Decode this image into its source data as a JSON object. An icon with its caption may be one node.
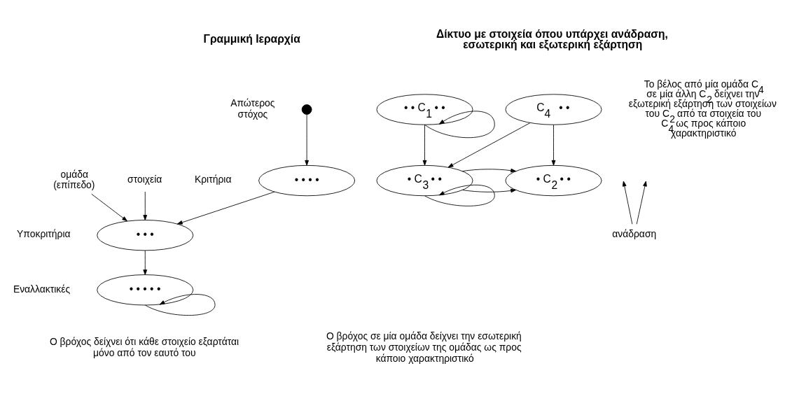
{
  "diagram": {
    "nodes": [
      {
        "text": [],
        "shape": "circle",
        "beside": [
          "Απώτερος στόχος"
        ]
      },
      {
        "text": [
          "• • • •"
        ],
        "beside": [
          "Κριτήρια"
        ]
      },
      {
        "text": [
          "• • •"
        ],
        "beside": [
          "Υποκριτήρια"
        ]
      },
      {
        "text": [
          "• • • • •"
        ],
        "beside": [
          "Εναλλακτικές"
        ]
      },
      {
        "text": [
          "ομάδα (επίπεδο)"
        ]
      },
      {
        "text": [
          "στοιχεία"
        ]
      },
      {
        "text": [
          "C$_{4}$   • •"
        ]
      },
      {
        "text": [
          "• • C$_{1}$ • •"
        ]
      },
      {
        "text": [
          "• C$_{3}$ • •"
        ]
      },
      {
        "text": [
          "• C$_{2}$ • •"
        ]
      },
      {
        "text": [
          "ανάδραση"
        ]
      }
    ],
    "edges": [
      {
        "from": 0,
        "to": 1,
        "arrow": "to"
      },
      {
        "from": 1,
        "to": 2,
        "arrow": "to"
      },
      {
        "from": 2,
        "to": 3,
        "arrow": "to"
      },
      {
        "from": 3,
        "to": 3,
        "arrow": "to"
      },
      {
        "from": 4,
        "to": 2,
        "arrow": "to"
      },
      {
        "from": 5,
        "to": 2,
        "arrow": "to"
      },
      {
        "from": 6,
        "to": 8,
        "arrow": "to"
      },
      {
        "from": 6,
        "to": 9,
        "arrow": "to"
      },
      {
        "from": 7,
        "to": 8,
        "arrow": "to"
      },
      {
        "from": 7,
        "to": 7,
        "arrow": "to"
      },
      {
        "from": 8,
        "to": 9,
        "arrow": "to"
      },
      {
        "from": 8,
        "to": 9,
        "arrow": "to"
      },
      {
        "from": 8,
        "to": 8,
        "arrow": "to"
      },
      {
        "from": 10,
        "to": null,
        "arrow": "to"
      },
      {
        "from": 10,
        "to": null,
        "arrow": "to"
      }
    ],
    "labels": [
      "Γραμμική Ιεραρχία",
      "Δίκτυο με στοιχεία όπου υπάρχει ανάδραση, εσωτερική και εξωτερική εξάρτηση",
      "Το βέλος από μία ομάδα C$_{4}$ σε μία άλλη C$_{2}$ δείχνει την εξωτερική εξάρτηση των στοιχείων του C$_{2}$ από τα στοιχεία του C$_{4}$ ως προς κάποιο χαρακτηριστικό",
      "Ο βρόχος δείχνει ότι κάθε στοιχείο εξαρτάται μόνο από τον εαυτό του",
      "Ο βρόχος σε μία ομάδα δείχνει την εσωτερική εξάρτηση των στοιχείων της ομάδας ως προς κάποιο χαρακτηριστικό"
    ]
  }
}
